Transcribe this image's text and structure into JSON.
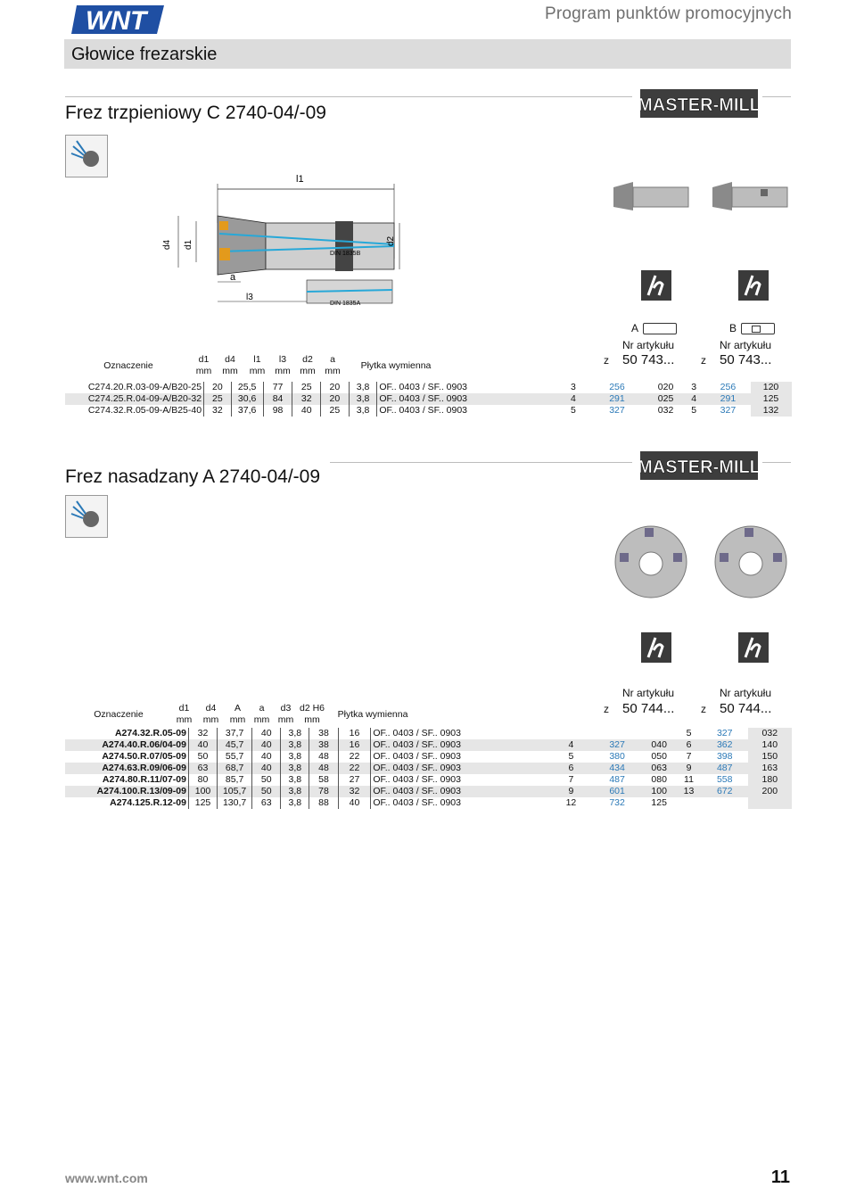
{
  "header": {
    "logo_text": "WNT",
    "program_title": "Program punktów promocyjnych",
    "category": "Głowice frezarskie"
  },
  "section1": {
    "title": "Frez trzpieniowy C 2740-04/-09",
    "brand": "MASTER-MILL",
    "drawing_labels": {
      "l1": "l1",
      "d4": "d4",
      "d1": "d1",
      "d2": "d2",
      "a": "a",
      "l3": "l3",
      "din_b": "DIN 1835B",
      "din_a": "DIN 1835A"
    },
    "variants": {
      "a_label": "A",
      "b_label": "B",
      "nr_label": "Nr artykułu",
      "a_prefix": "50 743...",
      "b_prefix": "50 743...",
      "z": "z"
    },
    "headers": [
      "Oznaczenie",
      "d1",
      "d4",
      "l1",
      "l3",
      "d2",
      "a",
      "Płytka wymienna"
    ],
    "units": [
      "mm",
      "mm",
      "mm",
      "mm",
      "mm",
      "mm"
    ],
    "rows": [
      {
        "name": "C274.20.R.03-09-A/B20-25",
        "d1": "20",
        "d4": "25,5",
        "l1": "77",
        "l3": "25",
        "d2": "20",
        "a": "3,8",
        "plate": "OF.. 0403 / SF.. 0903",
        "za": "3",
        "a_mid": "256",
        "a_end": "020",
        "zb": "3",
        "b_mid": "256",
        "b_end": "120"
      },
      {
        "name": "C274.25.R.04-09-A/B20-32",
        "d1": "25",
        "d4": "30,6",
        "l1": "84",
        "l3": "32",
        "d2": "20",
        "a": "3,8",
        "plate": "OF.. 0403 / SF.. 0903",
        "za": "4",
        "a_mid": "291",
        "a_end": "025",
        "zb": "4",
        "b_mid": "291",
        "b_end": "125"
      },
      {
        "name": "C274.32.R.05-09-A/B25-40",
        "d1": "32",
        "d4": "37,6",
        "l1": "98",
        "l3": "40",
        "d2": "25",
        "a": "3,8",
        "plate": "OF.. 0403 / SF.. 0903",
        "za": "5",
        "a_mid": "327",
        "a_end": "032",
        "zb": "5",
        "b_mid": "327",
        "b_end": "132"
      }
    ]
  },
  "section2": {
    "title": "Frez nasadzany A 2740-04/-09",
    "brand": "MASTER-MILL",
    "nr_label": "Nr artykułu",
    "a_prefix": "50 744...",
    "b_prefix": "50 744...",
    "z": "z",
    "headers": [
      "Oznaczenie",
      "d1",
      "d4",
      "A",
      "a",
      "d3",
      "d2 H6",
      "Płytka wymienna"
    ],
    "units": [
      "mm",
      "mm",
      "mm",
      "mm",
      "mm",
      "mm"
    ],
    "rows": [
      {
        "name": "A274.32.R.05-09",
        "d1": "32",
        "d4": "37,7",
        "A": "40",
        "a": "3,8",
        "d3": "38",
        "d2": "16",
        "plate": "OF.. 0403 / SF.. 0903",
        "za": "",
        "a_mid": "",
        "a_end": "",
        "zb": "5",
        "b_mid": "327",
        "b_end": "032"
      },
      {
        "name": "A274.40.R.06/04-09",
        "d1": "40",
        "d4": "45,7",
        "A": "40",
        "a": "3,8",
        "d3": "38",
        "d2": "16",
        "plate": "OF.. 0403 / SF.. 0903",
        "za": "4",
        "a_mid": "327",
        "a_end": "040",
        "zb": "6",
        "b_mid": "362",
        "b_end": "140"
      },
      {
        "name": "A274.50.R.07/05-09",
        "d1": "50",
        "d4": "55,7",
        "A": "40",
        "a": "3,8",
        "d3": "48",
        "d2": "22",
        "plate": "OF.. 0403 / SF.. 0903",
        "za": "5",
        "a_mid": "380",
        "a_end": "050",
        "zb": "7",
        "b_mid": "398",
        "b_end": "150"
      },
      {
        "name": "A274.63.R.09/06-09",
        "d1": "63",
        "d4": "68,7",
        "A": "40",
        "a": "3,8",
        "d3": "48",
        "d2": "22",
        "plate": "OF.. 0403 / SF.. 0903",
        "za": "6",
        "a_mid": "434",
        "a_end": "063",
        "zb": "9",
        "b_mid": "487",
        "b_end": "163"
      },
      {
        "name": "A274.80.R.11/07-09",
        "d1": "80",
        "d4": "85,7",
        "A": "50",
        "a": "3,8",
        "d3": "58",
        "d2": "27",
        "plate": "OF.. 0403 / SF.. 0903",
        "za": "7",
        "a_mid": "487",
        "a_end": "080",
        "zb": "11",
        "b_mid": "558",
        "b_end": "180"
      },
      {
        "name": "A274.100.R.13/09-09",
        "d1": "100",
        "d4": "105,7",
        "A": "50",
        "a": "3,8",
        "d3": "78",
        "d2": "32",
        "plate": "OF.. 0403 / SF.. 0903",
        "za": "9",
        "a_mid": "601",
        "a_end": "100",
        "zb": "13",
        "b_mid": "672",
        "b_end": "200"
      },
      {
        "name": "A274.125.R.12-09",
        "d1": "125",
        "d4": "130,7",
        "A": "63",
        "a": "3,8",
        "d3": "88",
        "d2": "40",
        "plate": "OF.. 0403 / SF.. 0903",
        "za": "12",
        "a_mid": "732",
        "a_end": "125",
        "zb": "",
        "b_mid": "",
        "b_end": ""
      }
    ]
  },
  "footer": {
    "url": "www.wnt.com",
    "page": "11"
  },
  "colors": {
    "blue_digits": "#2b79b7",
    "header_bar": "#dcdcdc",
    "logo_blue": "#1f4fa3"
  }
}
